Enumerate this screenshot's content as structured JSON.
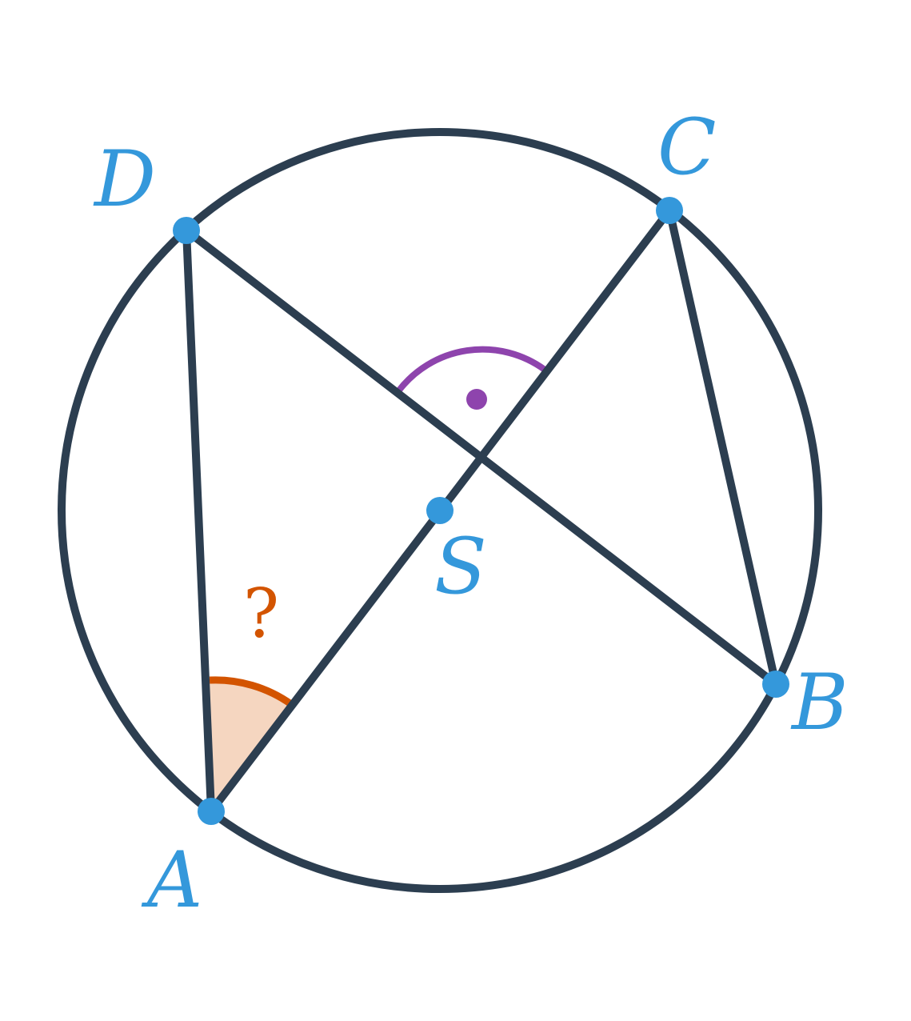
{
  "colors": {
    "stroke": "#2c3e50",
    "point": "#3498db",
    "label": "#3498db",
    "unknown_angle": "#d35400",
    "unknown_angle_fill": "#f5d6c0",
    "right_angle": "#8e44ad"
  },
  "points": {
    "A": {
      "label": "A"
    },
    "B": {
      "label": "B"
    },
    "C": {
      "label": "C"
    },
    "D": {
      "label": "D"
    },
    "S": {
      "label": "S"
    }
  },
  "unknown_angle": {
    "label": "?"
  }
}
